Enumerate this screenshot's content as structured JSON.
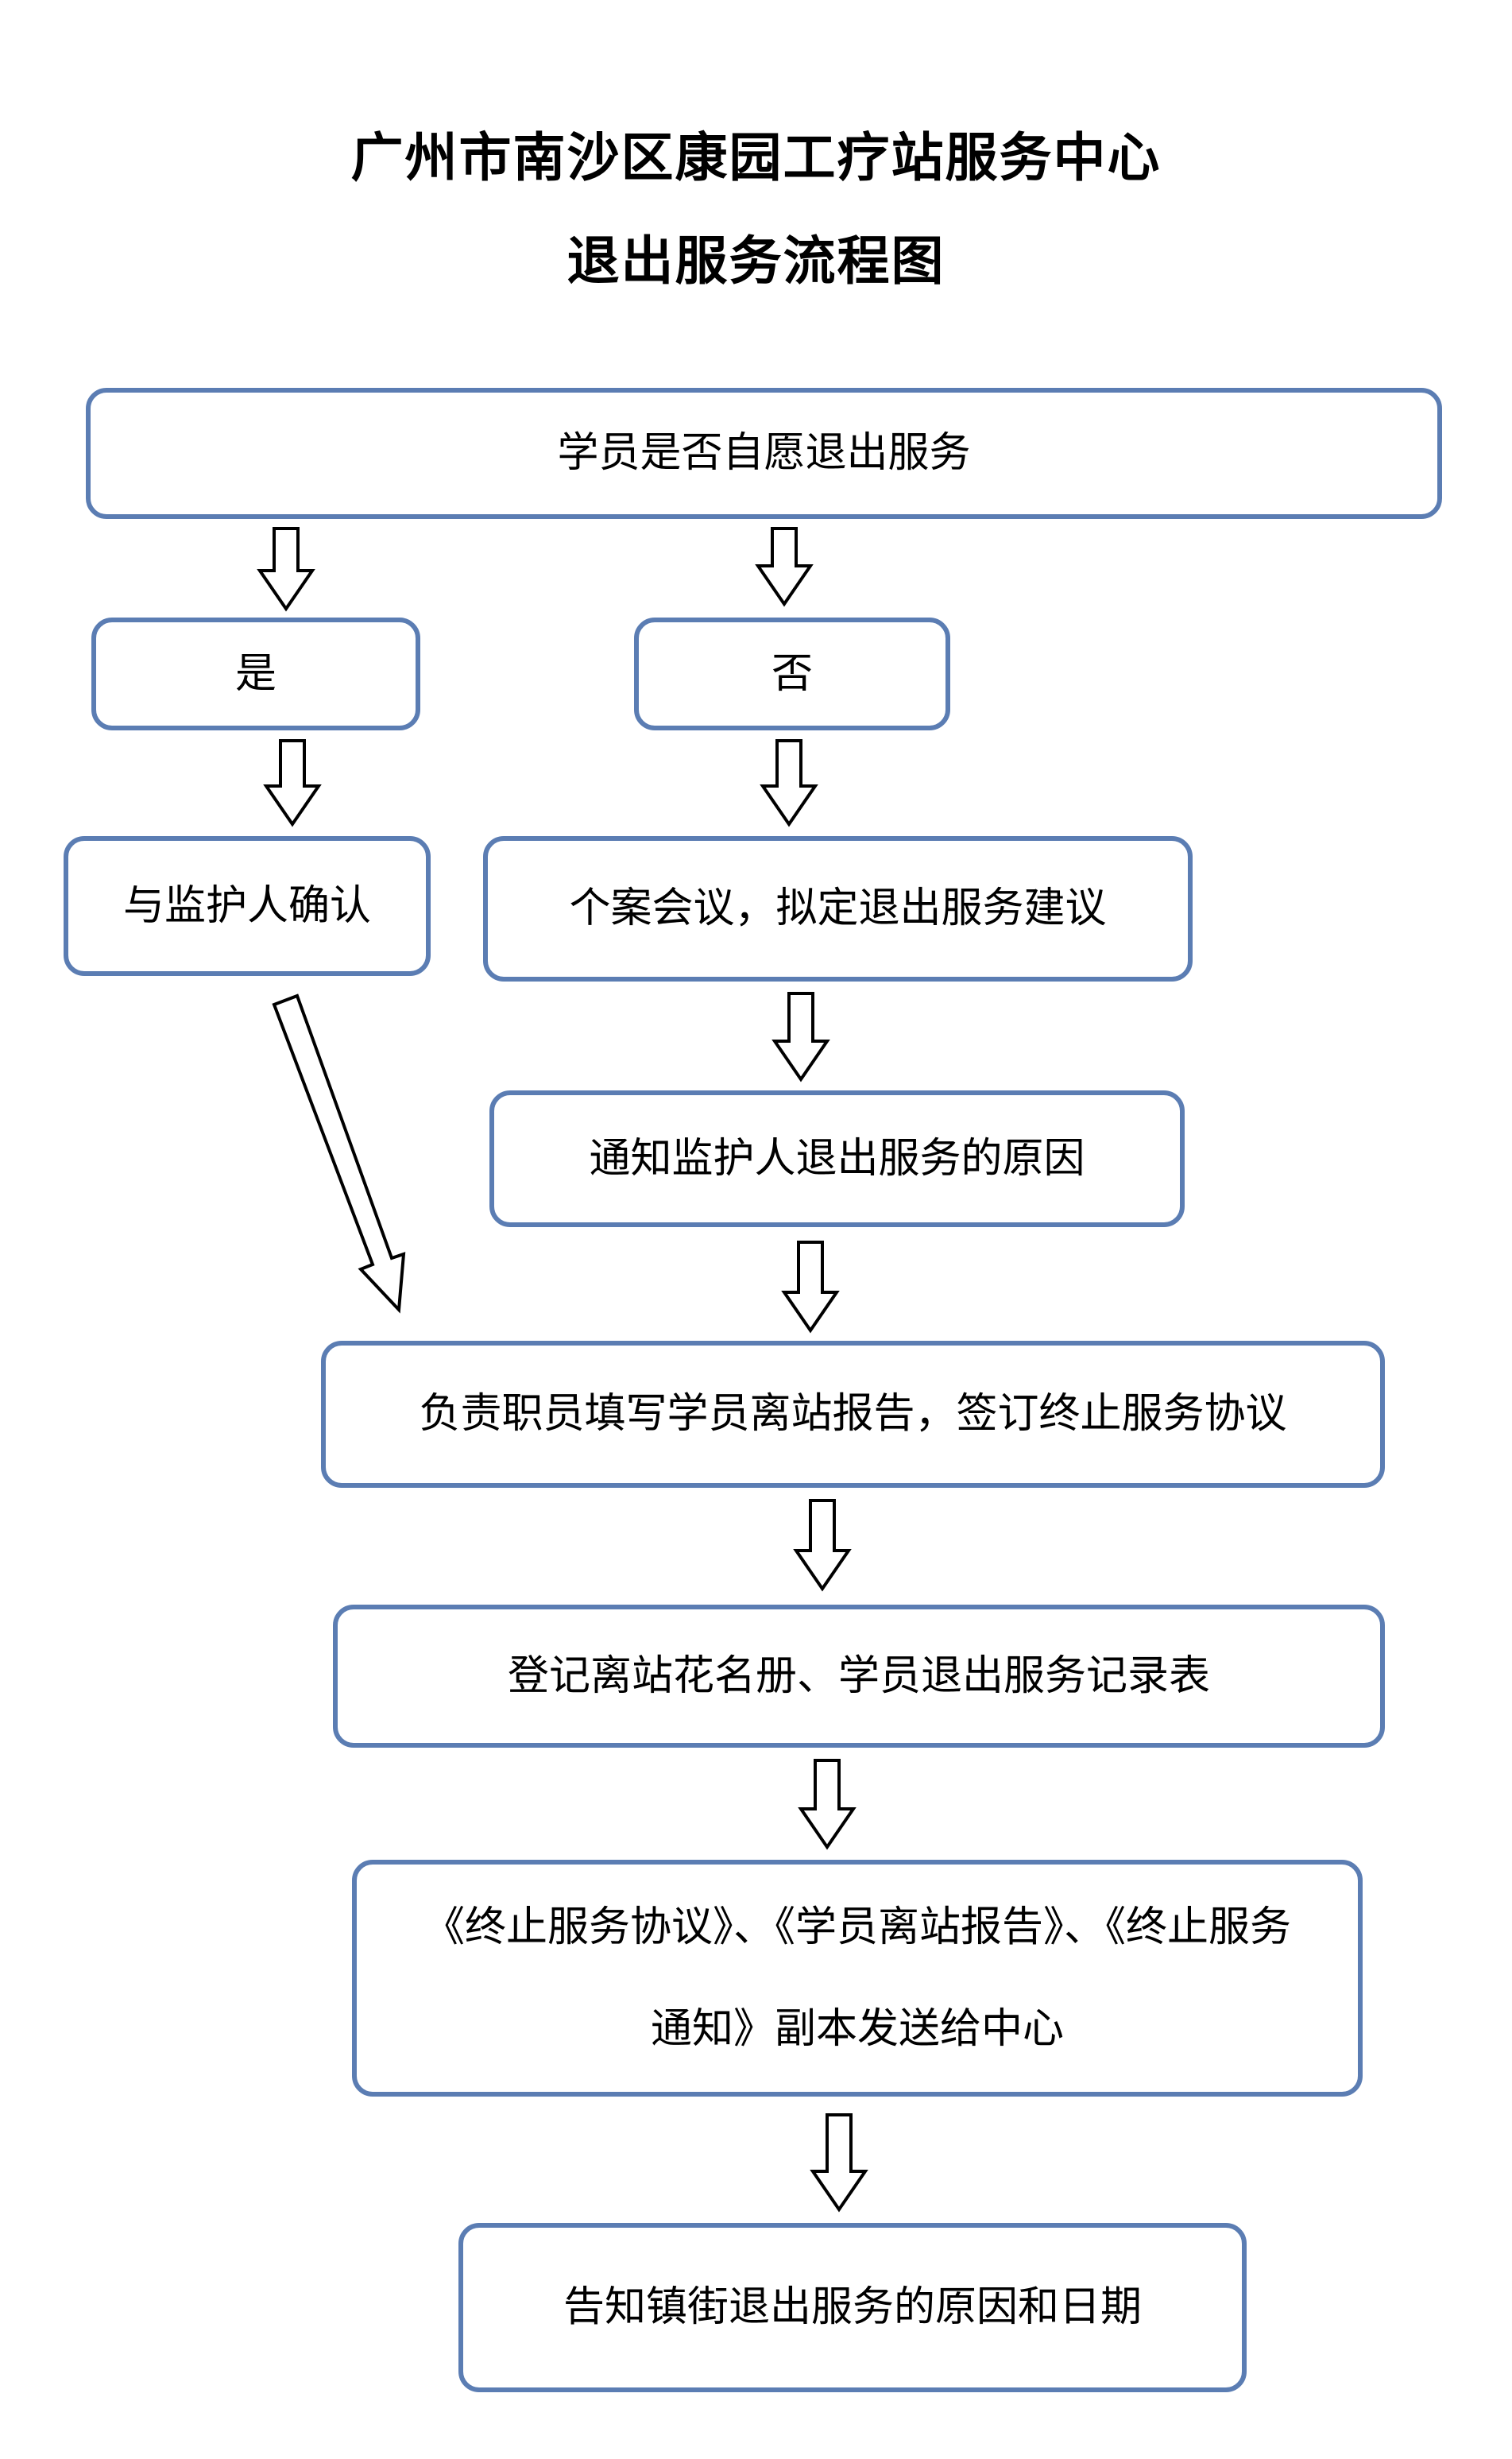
{
  "header": {
    "title_line1": "广州市南沙区康园工疗站服务中心",
    "title_line2": "退出服务流程图"
  },
  "flow": {
    "question": "学员是否自愿退出服务",
    "yes": "是",
    "no": "否",
    "confirm_guardian": "与监护人确认",
    "case_meeting": "个案会议，拟定退出服务建议",
    "notify_guardian": "通知监护人退出服务的原因",
    "report_and_agreement": "负责职员填写学员离站报告，签订终止服务协议",
    "register_records": "登记离站花名册、学员退出服务记录表",
    "send_copies": "《终止服务协议》、《学员离站报告》、《终止服务通知》副本发送给中心",
    "inform_town": "告知镇街退出服务的原因和日期"
  },
  "colors": {
    "box_border": "#5b7db3",
    "arrow_stroke": "#000000"
  }
}
